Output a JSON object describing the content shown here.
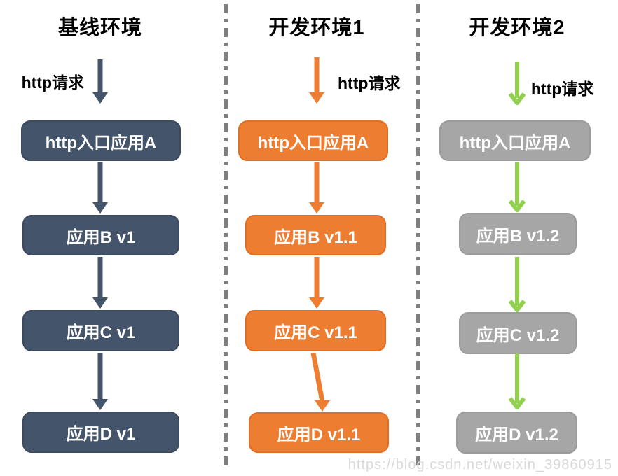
{
  "watermark": "https://blog.csdn.net/weixin_39860915",
  "colors": {
    "baseline_box_and_arrow": "#44546A",
    "dev1_box_and_arrow": "#ED7D31",
    "dev2_box": "#A6A6A6",
    "dev2_arrow": "#92D050",
    "separator": "#7F7F7F",
    "watermark_text": "#D9D9D9",
    "title_text": "#000000",
    "box_text": "#FFFFFF"
  },
  "columns": [
    {
      "title": "基线环境",
      "request_label": "http请求",
      "boxes": [
        "http入口应用A",
        "应用B v1",
        "应用C v1",
        "应用D v1"
      ]
    },
    {
      "title": "开发环境1",
      "request_label": "http请求",
      "boxes": [
        "http入口应用A",
        "应用B v1.1",
        "应用C v1.1",
        "应用D v1.1"
      ]
    },
    {
      "title": "开发环境2",
      "request_label": "http请求",
      "boxes": [
        "http入口应用A",
        "应用B v1.2",
        "应用C v1.2",
        "应用D v1.2"
      ]
    }
  ]
}
